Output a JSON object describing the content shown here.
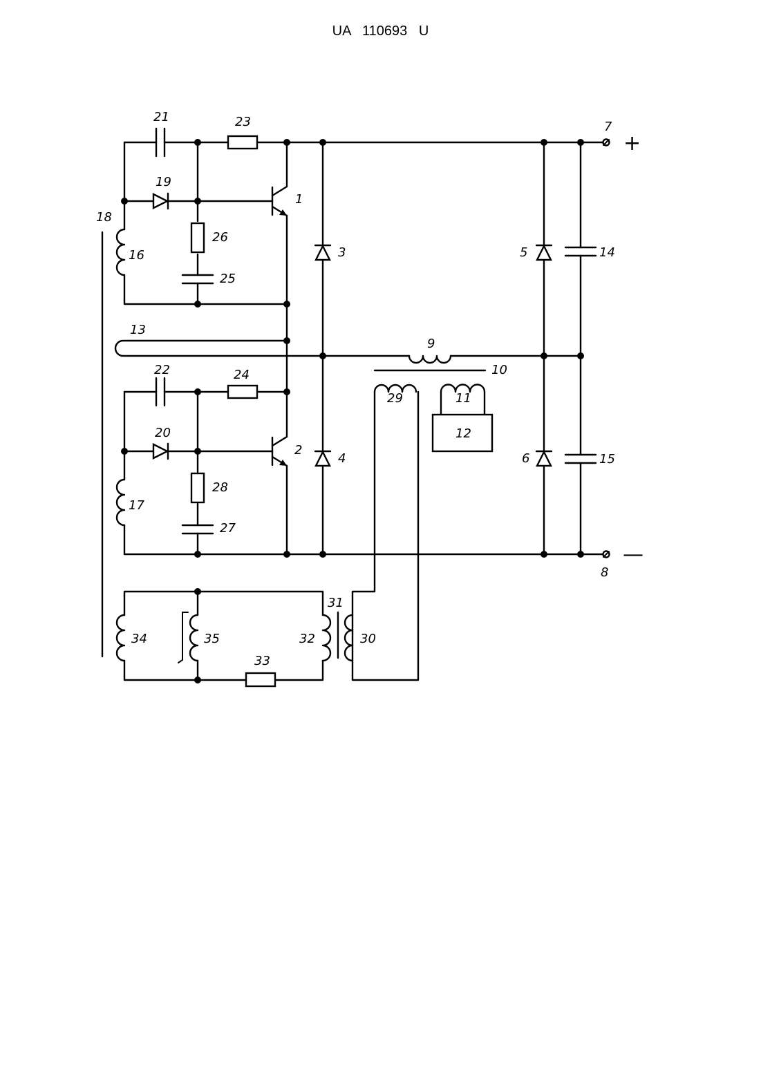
{
  "document": {
    "header": "UA   110693   U"
  },
  "diagram": {
    "terminal_signs": {
      "plus": "+",
      "minus": "—"
    },
    "labels": {
      "l1": "1",
      "l2": "2",
      "l3": "3",
      "l4": "4",
      "l5": "5",
      "l6": "6",
      "l7": "7",
      "l8": "8",
      "l9": "9",
      "l10": "10",
      "l11": "11",
      "l12": "12",
      "l13": "13",
      "l14": "14",
      "l15": "15",
      "l16": "16",
      "l17": "17",
      "l18": "18",
      "l19": "19",
      "l20": "20",
      "l21": "21",
      "l22": "22",
      "l23": "23",
      "l24": "24",
      "l25": "25",
      "l26": "26",
      "l27": "27",
      "l28": "28",
      "l29": "29",
      "l30": "30",
      "l31": "31",
      "l32": "32",
      "l33": "33",
      "l34": "34",
      "l35": "35"
    }
  }
}
